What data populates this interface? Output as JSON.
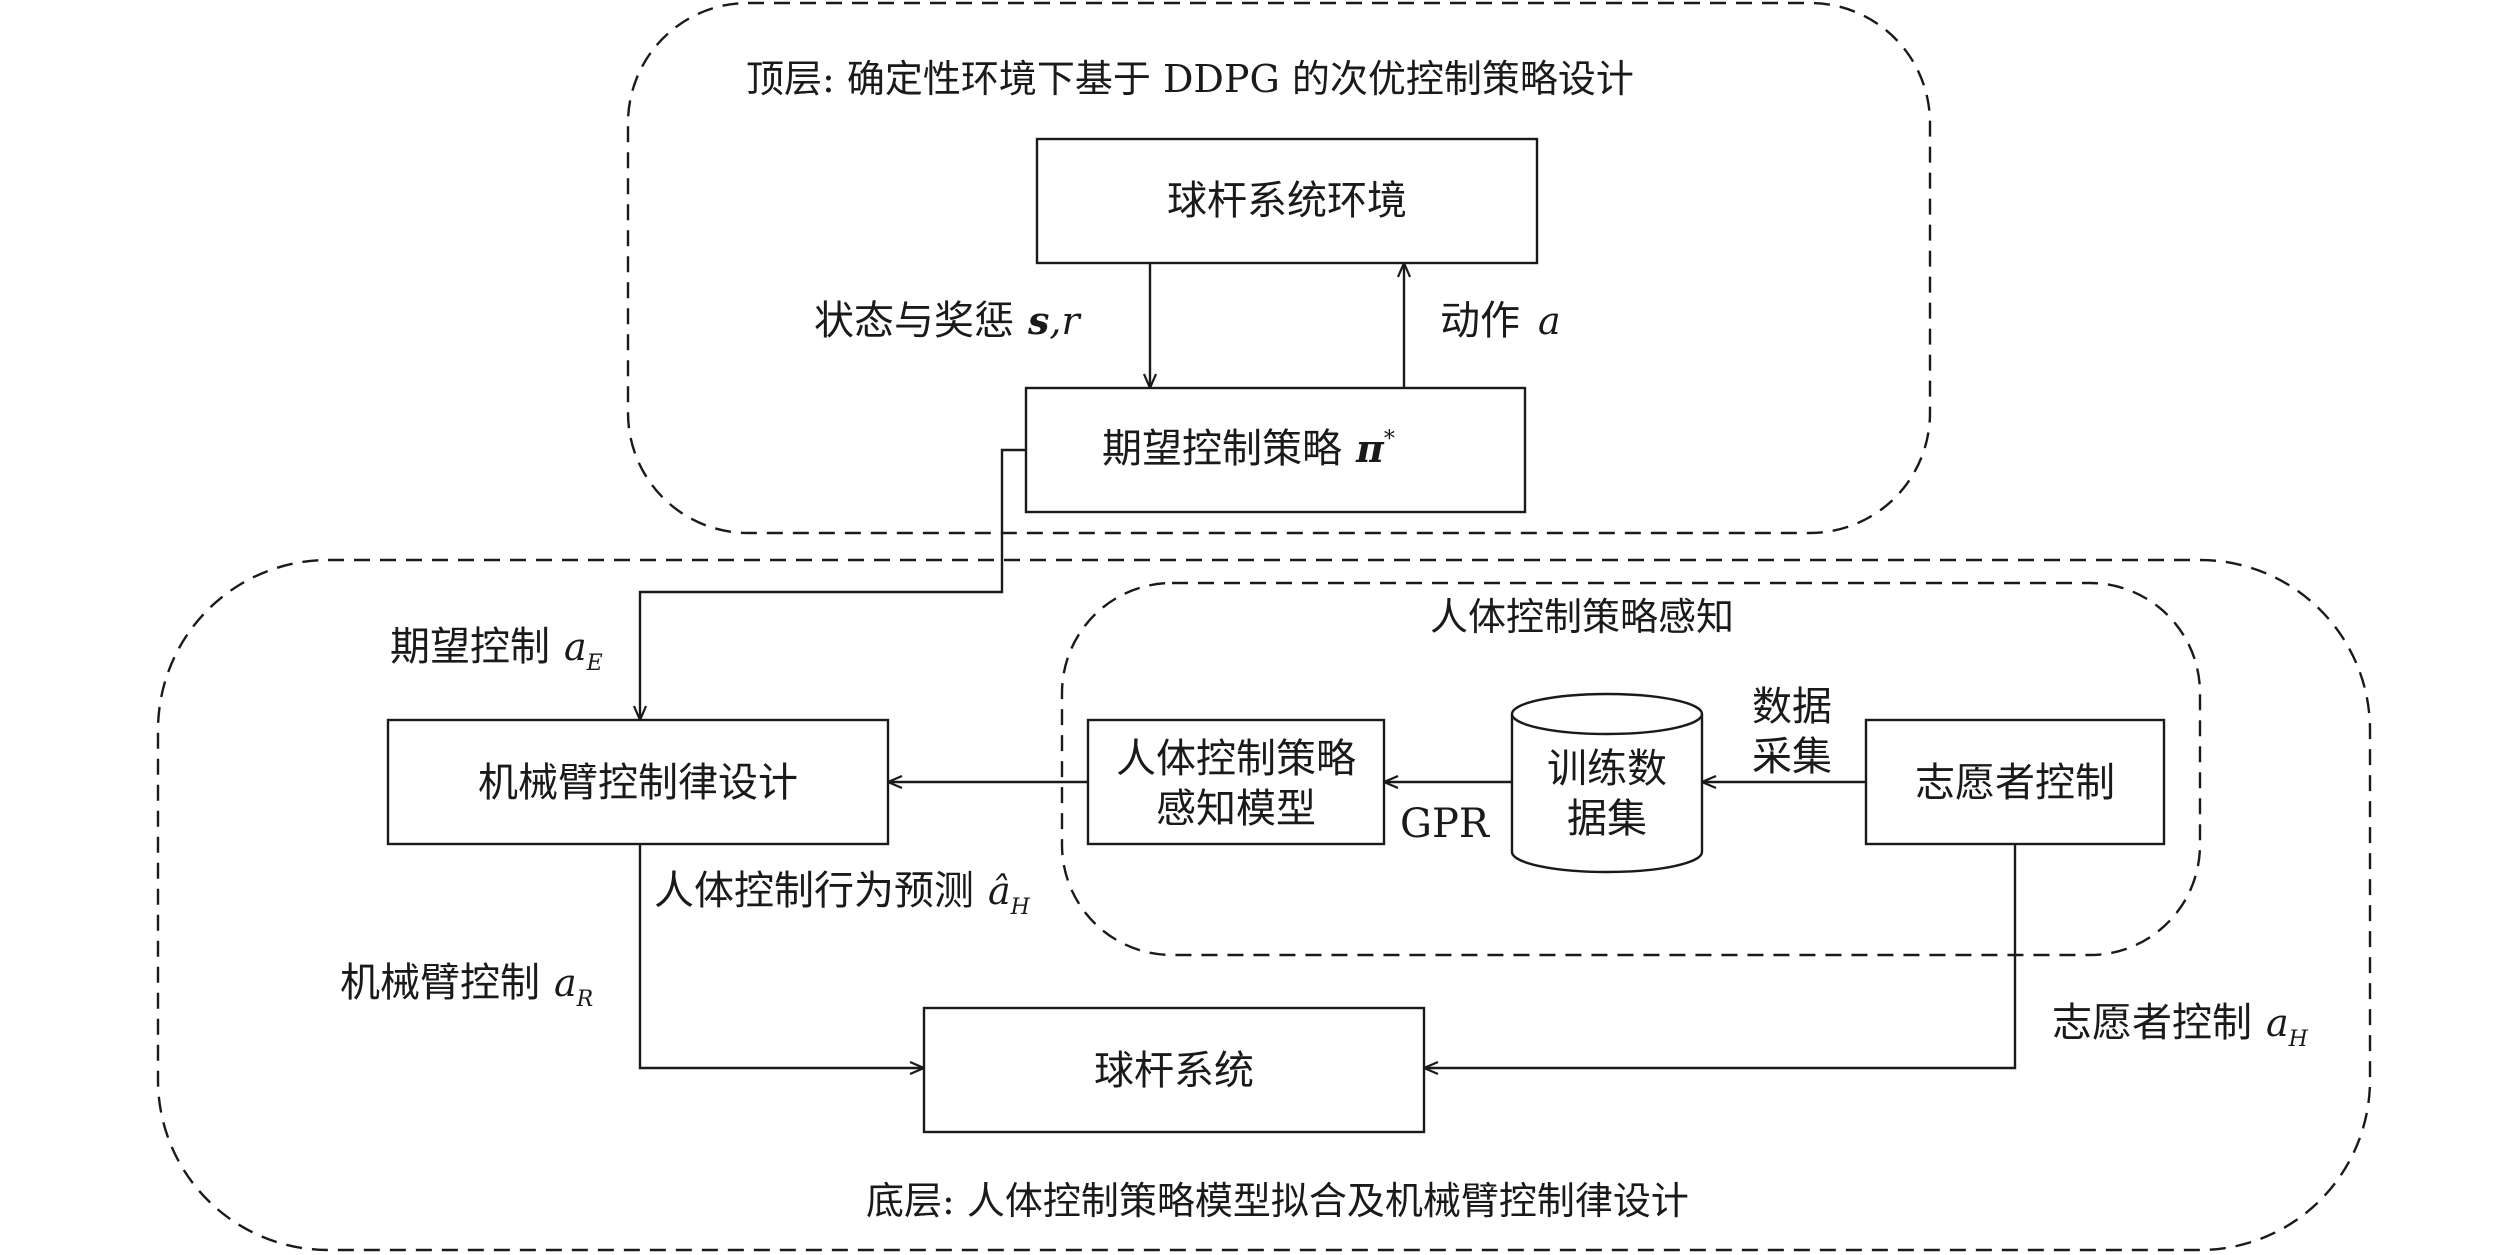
{
  "groups": {
    "top_title": "顶层: 确定性环境下基于 DDPG 的次优控制策略设计",
    "bottom_title": "底层: 人体控制策略模型拟合及机械臂控制律设计",
    "inner_title": "人体控制策略感知"
  },
  "nodes": {
    "ball_beam_env": "球杆系统环境",
    "desired_policy": "期望控制策略",
    "desired_policy_symbol": "π",
    "desired_policy_sup": "*",
    "arm_control_design": "机械臂控制律设计",
    "human_model_line1": "人体控制策略",
    "human_model_line2": "感知模型",
    "dataset_line1": "训练数",
    "dataset_line2": "据集",
    "volunteer_control": "志愿者控制",
    "ball_beam_system": "球杆系统"
  },
  "edges": {
    "state_reward": "状态与奖惩",
    "state_reward_symbol_s": "s",
    "state_reward_symbol_r": ",r",
    "action": "动作",
    "action_symbol": "a",
    "desired_control": "期望控制",
    "desired_control_symbol": "a",
    "desired_control_sub": "E",
    "gpr": "GPR",
    "data_collect_line1": "数据",
    "data_collect_line2": "采集",
    "human_predict": "人体控制行为预测",
    "human_predict_symbol": "â",
    "human_predict_sub": "H",
    "arm_control": "机械臂控制",
    "arm_control_symbol": "a",
    "arm_control_sub": "R",
    "volunteer_ctrl_edge": "志愿者控制",
    "volunteer_ctrl_symbol": "a",
    "volunteer_ctrl_sub": "H"
  }
}
